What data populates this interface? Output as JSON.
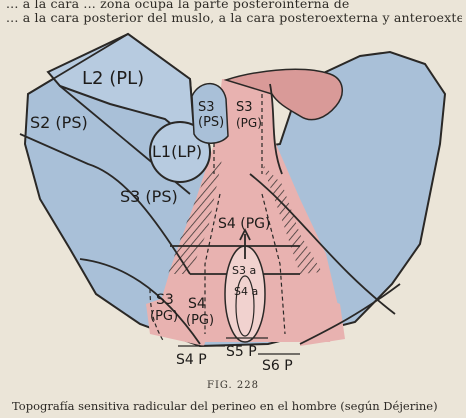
{
  "header_lines": [
    "... a la cara ... zona ocupa la parte posterointerna de",
    "... a la cara posterior del muslo, a la cara posteroexterna y anteroexter"
  ],
  "labels": {
    "l2": "L2 (PL)",
    "s2": "S2 (PS)",
    "s3_ps_top": "S3",
    "s3_ps_top_sub": "(PS)",
    "s3_pg_top": "S3",
    "s3_pg_top_sub": "(PG)",
    "l1": "L1(LP)",
    "s3_ps_mid": "S3 (PS)",
    "s4_pg_center": "S4 (PG)",
    "s3_pg_low": "S3",
    "s3_pg_low_sub": "(PG)",
    "s4_pg_low": "S4",
    "s4_pg_low_sub": "(PG)",
    "s3a": "S3 a",
    "s4a": "S4 a",
    "s4p": "S4 P",
    "s5p": "S5 P",
    "s6p": "S6 P"
  },
  "figure_number": "FIG. 228",
  "caption": "Topografía sensitiva radicular del perineo en el hombre (según Déjerine)",
  "colors": {
    "blue_zone": "#a9c0d8",
    "pink_zone": "#e8b2b0",
    "paper": "#ebe5d8",
    "ink": "#1e1c1a"
  }
}
